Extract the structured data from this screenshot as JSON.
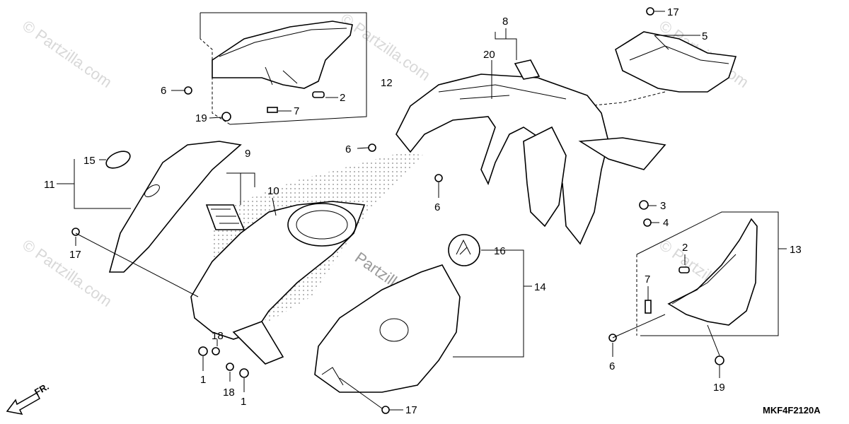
{
  "diagram_code": "MKF4F2120A",
  "front_arrow_label": "FR.",
  "watermark": "© Partzilla.com",
  "watermark_center": "Partzilla.com",
  "callouts": {
    "c1a": "1",
    "c1b": "1",
    "c2a": "2",
    "c2b": "2",
    "c3": "3",
    "c4": "4",
    "c5": "5",
    "c6a": "6",
    "c6b": "6",
    "c6c": "6",
    "c6d": "6",
    "c7a": "7",
    "c7b": "7",
    "c8": "8",
    "c9": "9",
    "c10": "10",
    "c11": "11",
    "c12": "12",
    "c13": "13",
    "c14": "14",
    "c15": "15",
    "c16": "16",
    "c17a": "17",
    "c17b": "17",
    "c17c": "17",
    "c18a": "18",
    "c18b": "18",
    "c19a": "19",
    "c19b": "19",
    "c20": "20"
  }
}
